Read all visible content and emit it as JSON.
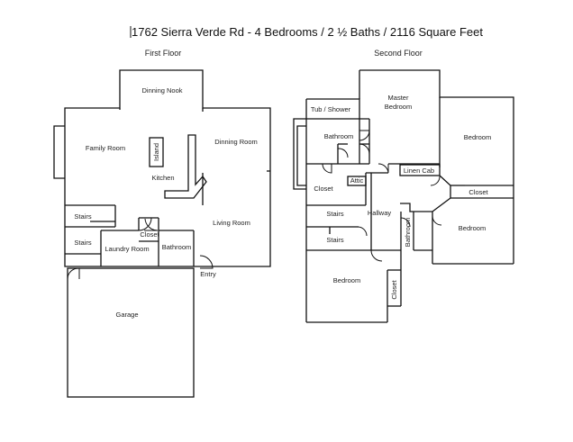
{
  "title": "1762 Sierra Verde Rd - 4 Bedrooms / 2 ½ Baths / 2116 Square Feet",
  "floors": {
    "first": {
      "label": "First Floor",
      "rooms": {
        "dinning_nook": "Dinning Nook",
        "family_room": "Family Room",
        "island": "Island",
        "kitchen": "Kitchen",
        "dinning_room": "Dinning Room",
        "stairs_upper": "Stairs",
        "stairs_lower": "Stairs",
        "laundry_room": "Laundry Room",
        "closet": "Closet",
        "bathroom": "Bathroom",
        "living_room": "Living Room",
        "entry": "Entry",
        "garage": "Garage"
      }
    },
    "second": {
      "label": "Second Floor",
      "rooms": {
        "tub_shower": "Tub / Shower",
        "master_bedroom": "Master Bedroom",
        "bathroom": "Bathroom",
        "bedroom_east": "Bedroom",
        "linen_cab": "Linen Cab",
        "closet_west": "Closet",
        "attic": "Attic",
        "closet_east": "Closet",
        "stairs_upper": "Stairs",
        "hallway": "Hallway",
        "bathroom_small": "Bathroom",
        "bedroom_middle": "Bedroom",
        "stairs_lower": "Stairs",
        "bedroom_south": "Bedroom",
        "closet_south": "Closet"
      }
    }
  }
}
